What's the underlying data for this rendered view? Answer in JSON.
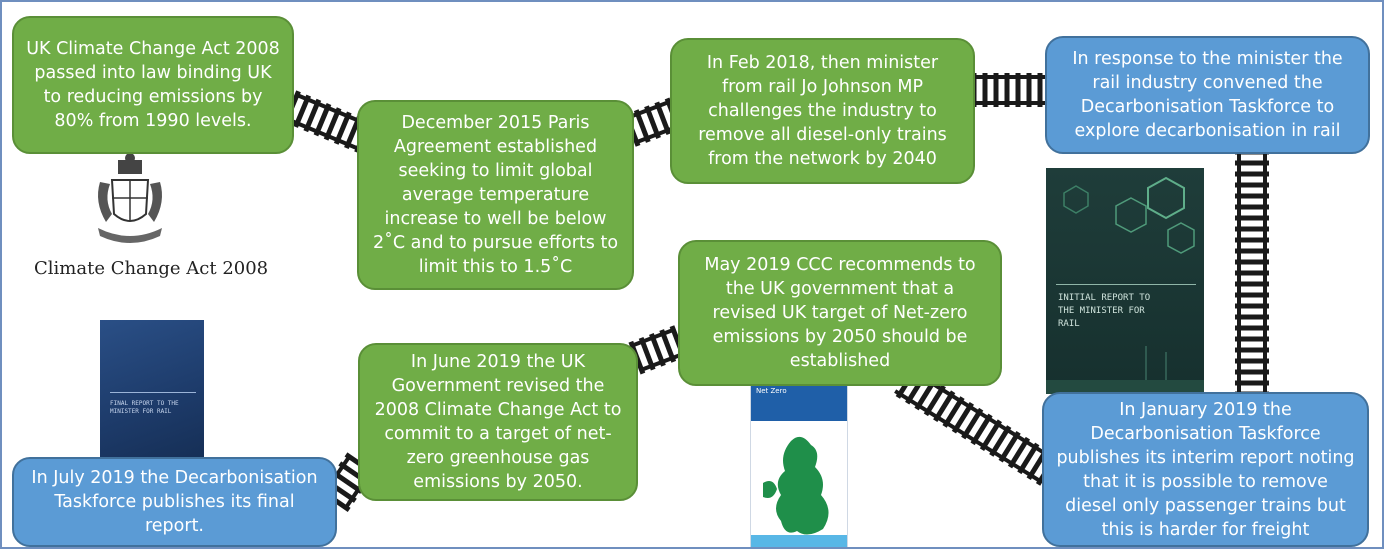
{
  "boxes": {
    "climate_act": "UK Climate Change Act 2008 passed into law binding UK to reducing emissions by 80% from 1990 levels.",
    "paris": "December 2015 Paris Agreement established seeking to limit global average temperature increase to well be below 2˚C and to pursue efforts to limit this to 1.5˚C",
    "feb_2018": "In Feb 2018, then minister from rail Jo Johnson MP challenges the industry to remove all diesel-only trains from the network by 2040",
    "taskforce_convened": "In response to the minister the rail industry convened the Decarbonisation Taskforce to explore decarbonisation in rail",
    "jan_2019": "In January 2019 the Decarbonisation Taskforce publishes its interim report noting that it is possible to remove diesel only passenger trains but this is harder for freight",
    "may_2019": "May 2019 CCC recommends to the UK government that a revised UK target of Net-zero emissions by 2050 should be established",
    "june_2019": "In June 2019 the UK Government revised the 2008 Climate Change Act to commit to a target of net-zero greenhouse gas emissions by 2050.",
    "july_2019": "In July 2019 the Decarbonisation Taskforce publishes its final report."
  },
  "crest_caption": "Climate Change Act 2008",
  "interim_report_title": "INITIAL REPORT TO THE MINISTER FOR RAIL",
  "netzero_cover_title": "Net Zero",
  "final_report_title": "FINAL REPORT TO THE MINISTER FOR RAIL",
  "colors": {
    "green": "#70ad47",
    "blue": "#5b9bd5",
    "track": "#1a1a1a"
  }
}
